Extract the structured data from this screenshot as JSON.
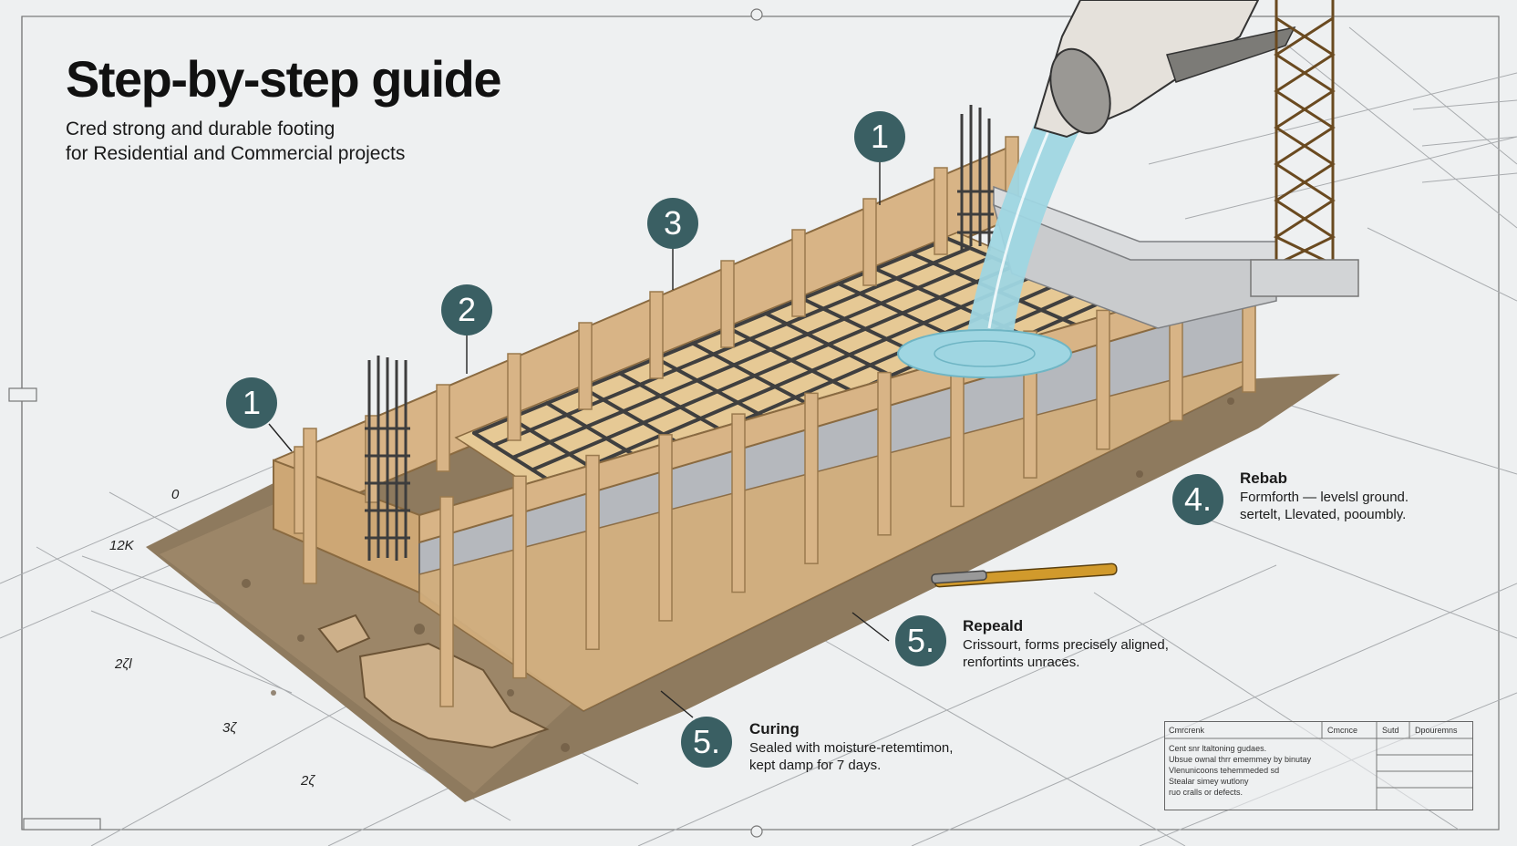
{
  "title": "Step-by-step guide",
  "subtitle": [
    "Cred strong and durable footing",
    "for Residential and Commercial projects"
  ],
  "badges": [
    "1",
    "3",
    "2",
    "1",
    "4.",
    "5.",
    "5."
  ],
  "steps": [
    {
      "heading": "Rebab",
      "lines": [
        "Formforth — levelsl ground.",
        "sertelt, Llevated, pooumbly."
      ]
    },
    {
      "heading": "Repeald",
      "lines": [
        "Crissourt, forms precisely aligned,",
        "renfortints unraces."
      ]
    },
    {
      "heading": "Curing",
      "lines": [
        "Sealed with moisture-retemtimon,",
        "kept damp for 7 days."
      ]
    }
  ],
  "dimension_labels": [
    "12K",
    "0",
    "2ζl",
    "3ζ",
    "2ζ"
  ],
  "title_block": {
    "headers": [
      "Cmrcrenk",
      "Cmcnce",
      "Sutd",
      "Dpouremns"
    ],
    "rows": [
      "Cent snr ltaltoning gudaes.",
      "Ubsue ownal thrr ememmey by binutay",
      "Vlenunicoons tehemmeded sd",
      "Stealar simey wutlony",
      "ruo cralls or defects."
    ]
  },
  "colors": {
    "badge": "#3a5f63",
    "wood": "#d8b486",
    "wood_dark": "#9a7a4e",
    "soil": "#8a7458",
    "water": "#9fd6e2",
    "rebar": "#4a4a4a",
    "concrete": "#b9bcc0"
  }
}
